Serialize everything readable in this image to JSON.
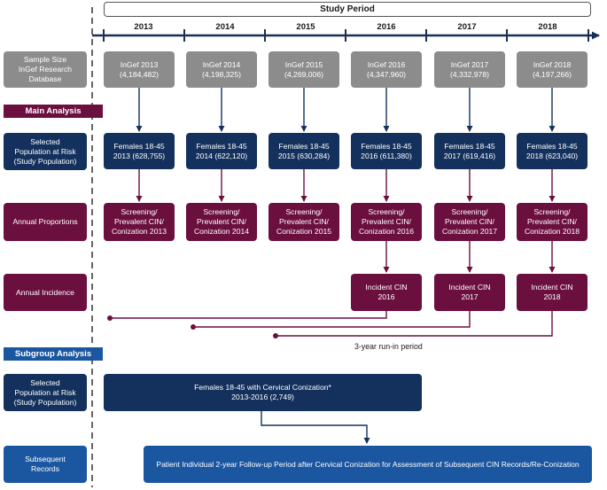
{
  "study_period": "Study Period",
  "years": [
    "2013",
    "2014",
    "2015",
    "2016",
    "2017",
    "2018"
  ],
  "sections": {
    "main_analysis": "Main Analysis",
    "subgroup_analysis": "Subgroup Analysis"
  },
  "row_labels": {
    "sample_size": [
      "Sample Size",
      "InGef Research",
      "Database"
    ],
    "selected_population": [
      "Selected",
      "Population at Risk",
      "(Study Population)"
    ],
    "annual_proportions": [
      "Annual Proportions"
    ],
    "annual_incidence": [
      "Annual Incidence"
    ],
    "subgroup_population": [
      "Selected",
      "Population at Risk",
      "(Study Population)"
    ],
    "subsequent_records": [
      "Subsequent",
      "Records"
    ]
  },
  "database": [
    [
      "InGef 2013",
      "(4,184,482)"
    ],
    [
      "InGef 2014",
      "(4,198,325)"
    ],
    [
      "InGef 2015",
      "(4,269,006)"
    ],
    [
      "InGef 2016",
      "(4,347,960)"
    ],
    [
      "InGef 2017",
      "(4,332,978)"
    ],
    [
      "InGef 2018",
      "(4,197,266)"
    ]
  ],
  "population": [
    [
      "Females 18-45",
      "2013 (628,755)"
    ],
    [
      "Females 18-45",
      "2014 (622,120)"
    ],
    [
      "Females 18-45",
      "2015 (630,284)"
    ],
    [
      "Females 18-45",
      "2016 (611,380)"
    ],
    [
      "Females 18-45",
      "2017 (619,416)"
    ],
    [
      "Females 18-45",
      "2018 (623,040)"
    ]
  ],
  "proportions": [
    [
      "Screening/",
      "Prevalent CIN/",
      "Conization 2013"
    ],
    [
      "Screening/",
      "Prevalent CIN/",
      "Conization 2014"
    ],
    [
      "Screening/",
      "Prevalent CIN/",
      "Conization 2015"
    ],
    [
      "Screening/",
      "Prevalent CIN/",
      "Conization 2016"
    ],
    [
      "Screening/",
      "Prevalent CIN/",
      "Conization 2017"
    ],
    [
      "Screening/",
      "Prevalent CIN/",
      "Conization 2018"
    ]
  ],
  "incidence": [
    [
      "Incident CIN",
      "2016"
    ],
    [
      "Incident CIN",
      "2017"
    ],
    [
      "Incident CIN",
      "2018"
    ]
  ],
  "run_in_label": "3-year run-in period",
  "subgroup_population_box": [
    "Females 18-45 with Cervical Conization*",
    "2013-2016 (2,749)"
  ],
  "followup_box": "Patient Individual 2-year Follow-up Period after Cervical Conization for Assessment of Subsequent CIN Records/Re-Conization",
  "colors": {
    "gray": "#8c8c8c",
    "navy": "#13315c",
    "wine": "#6b0f3f",
    "blue": "#1b57a1",
    "timeline": "#1a2f55"
  }
}
